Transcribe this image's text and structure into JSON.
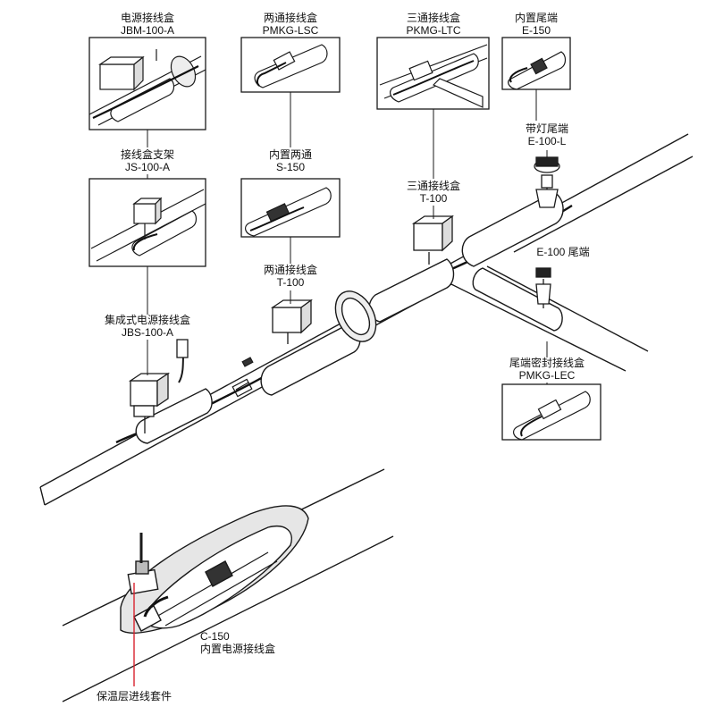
{
  "labels": {
    "jbm_name": "电源接线盒",
    "jbm_model": "JBM-100-A",
    "lsc_name": "两通接线盒",
    "lsc_model": "PMKG-LSC",
    "ltc_name": "三通接线盒",
    "ltc_model": "PKMG-LTC",
    "e150_name": "内置尾端",
    "e150_model": "E-150",
    "e100l_name": "带灯尾端",
    "e100l_model": "E-100-L",
    "js_name": "接线盒支架",
    "js_model": "JS-100-A",
    "s150_name": "内置两通",
    "s150_model": "S-150",
    "t100_tee_name": "三通接线盒",
    "t100_tee_model": "T-100",
    "t100_splice_name": "两通接线盒",
    "t100_splice_model": "T-100",
    "e100_end": "E-100 尾端",
    "jbs_name": "集成式电源接线盒",
    "jbs_model": "JBS-100-A",
    "lec_name": "尾端密封接线盒",
    "lec_model": "PMKG-LEC",
    "c150_code": "C-150",
    "c150_name": "内置电源接线盒",
    "entry_kit": "保温层进线套件"
  },
  "colors": {
    "line": "#1a1a1a",
    "pipe_fill": "#ffffff",
    "insulation_fill": "#e6e6e6",
    "callout_red": "#d9232e"
  }
}
